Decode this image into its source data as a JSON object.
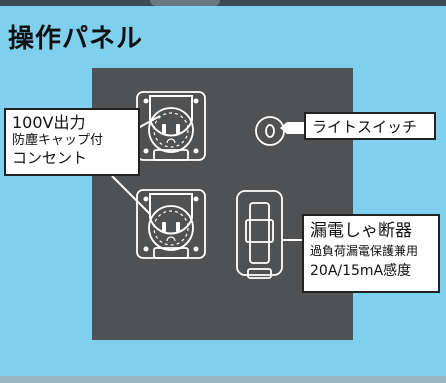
{
  "title": "操作パネル",
  "outlet_label": {
    "line1": "100V出力",
    "line2": "防塵キャップ付",
    "line3": "コンセント"
  },
  "light_switch_label": "ライトスイッチ",
  "breaker_label": {
    "line1": "漏電しゃ断器",
    "line2": "過負荷漏電保護兼用",
    "line3": "20A/15mA感度"
  },
  "colors": {
    "background": "#7fd0ee",
    "panel": "#505152",
    "component_outline": "#ffffff",
    "label_box": "#ffffff",
    "text": "#111111"
  }
}
